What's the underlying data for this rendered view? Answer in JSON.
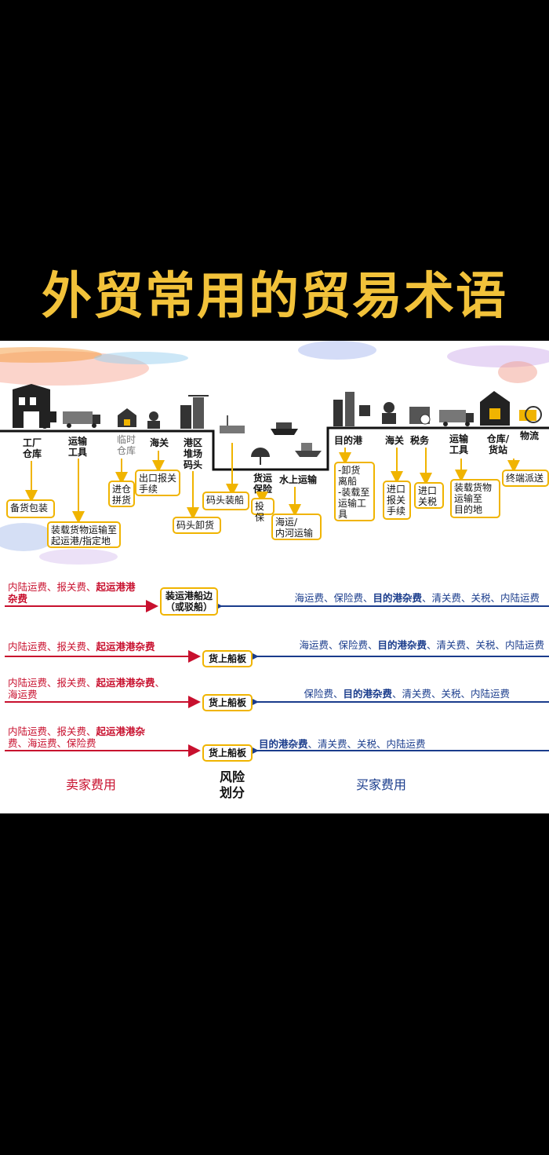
{
  "title": "外贸常用的贸易术语",
  "labels": {
    "factory": "工厂\n仓库",
    "transport": "运输\n工具",
    "temp_warehouse": "临时\n仓库",
    "customs_export": "海关",
    "port_yard": "港区\n堆场\n码头",
    "cargo_insurance": "货运\n保险",
    "water_transport": "水上运输",
    "dest_port": "目的港",
    "customs_import": "海关",
    "tax": "税务",
    "transport2": "运输\n工具",
    "warehouse_station": "仓库/\n货站",
    "logistics": "物流"
  },
  "boxes": {
    "packing": "备货包装",
    "loading": "装载货物运输至\n起运港/指定地",
    "consolidation": "进仓\n拼货",
    "export_clearance": "出口报关\n手续",
    "yard_unload": "码头卸货",
    "dock_loading": "码头装船",
    "insure": "投保",
    "sea_river": "海运/\n内河运输",
    "unload_dest": "-卸货\n离船\n-装载至\n运输工\n具",
    "import_clearance": "进口\n报关\n手续",
    "import_tax": "进口\n关税",
    "deliver_dest": "装载货物\n运输至\n目的地",
    "final_delivery": "终端派送"
  },
  "rows": [
    {
      "seller": [
        "内陆运费、报关费、",
        "起运港港",
        "杂费"
      ],
      "point": "装运港船边\n（或驳船）",
      "buyer": [
        "海运费、保险费、",
        "目的港杂费",
        "、清关费、关税、内陆运费"
      ]
    },
    {
      "seller": [
        "内陆运费、报关费、",
        "起运港港杂费",
        ""
      ],
      "point": "货上船板",
      "buyer": [
        "海运费、保险费、",
        "目的港杂费",
        "、清关费、关税、内陆运费"
      ]
    },
    {
      "seller": [
        "内陆运费、报关费、",
        "起运港港杂费",
        "、\n海运费"
      ],
      "point": "货上船板",
      "buyer": [
        "保险费、",
        "目的港杂费",
        "、清关费、关税、内陆运费"
      ]
    },
    {
      "seller": [
        "内陆运费、报关费、",
        "起运港港杂",
        "\n费、海运费、保险费"
      ],
      "point": "货上船板",
      "buyer": [
        "",
        "目的港杂费",
        "、清关费、关税、内陆运费"
      ]
    }
  ],
  "footer": {
    "seller": "卖家费用",
    "risk": "风险\n划分",
    "buyer": "买家费用"
  },
  "colors": {
    "title": "#f2c23a",
    "seller": "#c8102e",
    "buyer": "#1a3c8c",
    "box_border": "#f0b400"
  }
}
